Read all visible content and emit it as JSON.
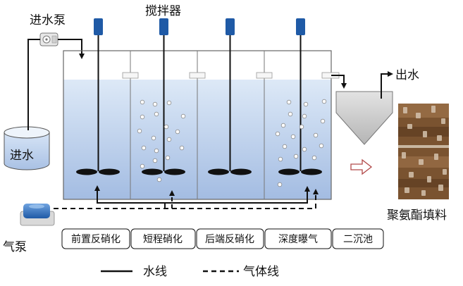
{
  "labels": {
    "inlet_pump": "进水泵",
    "mixer": "搅拌器",
    "inlet_water": "进水",
    "air_pump": "气泵",
    "outlet": "出水",
    "filler": "聚氨酯填料"
  },
  "stages": [
    "前置反硝化",
    "短程硝化",
    "后端反硝化",
    "深度曝气",
    "二沉池"
  ],
  "legend": {
    "water_line": "水线",
    "gas_line": "气体线"
  },
  "colors": {
    "water_top": "#dce8f7",
    "water_bottom": "#9cb6df",
    "mixer_motor": "#1f5aa6",
    "line": "#111111",
    "clarifier": "#c9c9c9",
    "filler": "#8a6038",
    "air_pump": "#3a78c9"
  }
}
